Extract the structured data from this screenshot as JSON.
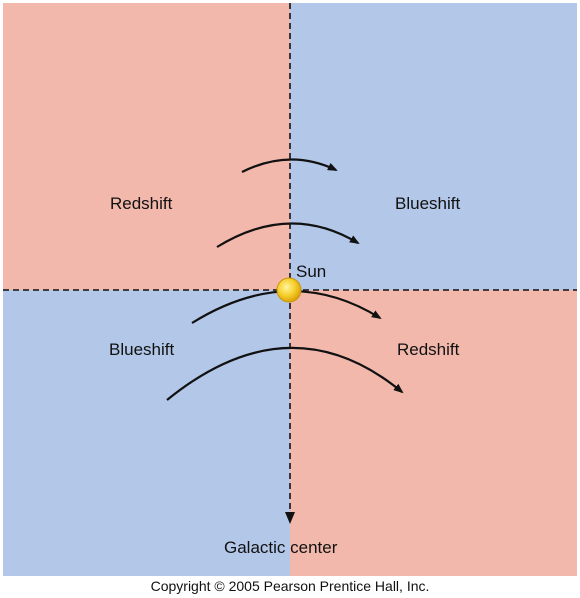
{
  "quadrants": {
    "top_left": "Redshift",
    "top_right": "Blueshift",
    "bottom_left": "Blueshift",
    "bottom_right": "Redshift"
  },
  "sun_label": "Sun",
  "center_label": "Galactic center",
  "copyright": "Copyright © 2005 Pearson Prentice Hall, Inc.",
  "colors": {
    "redshift": "#f2b8ab",
    "blueshift": "#b3c7e8",
    "sun": "#f4c21a",
    "axis": "#111111"
  }
}
